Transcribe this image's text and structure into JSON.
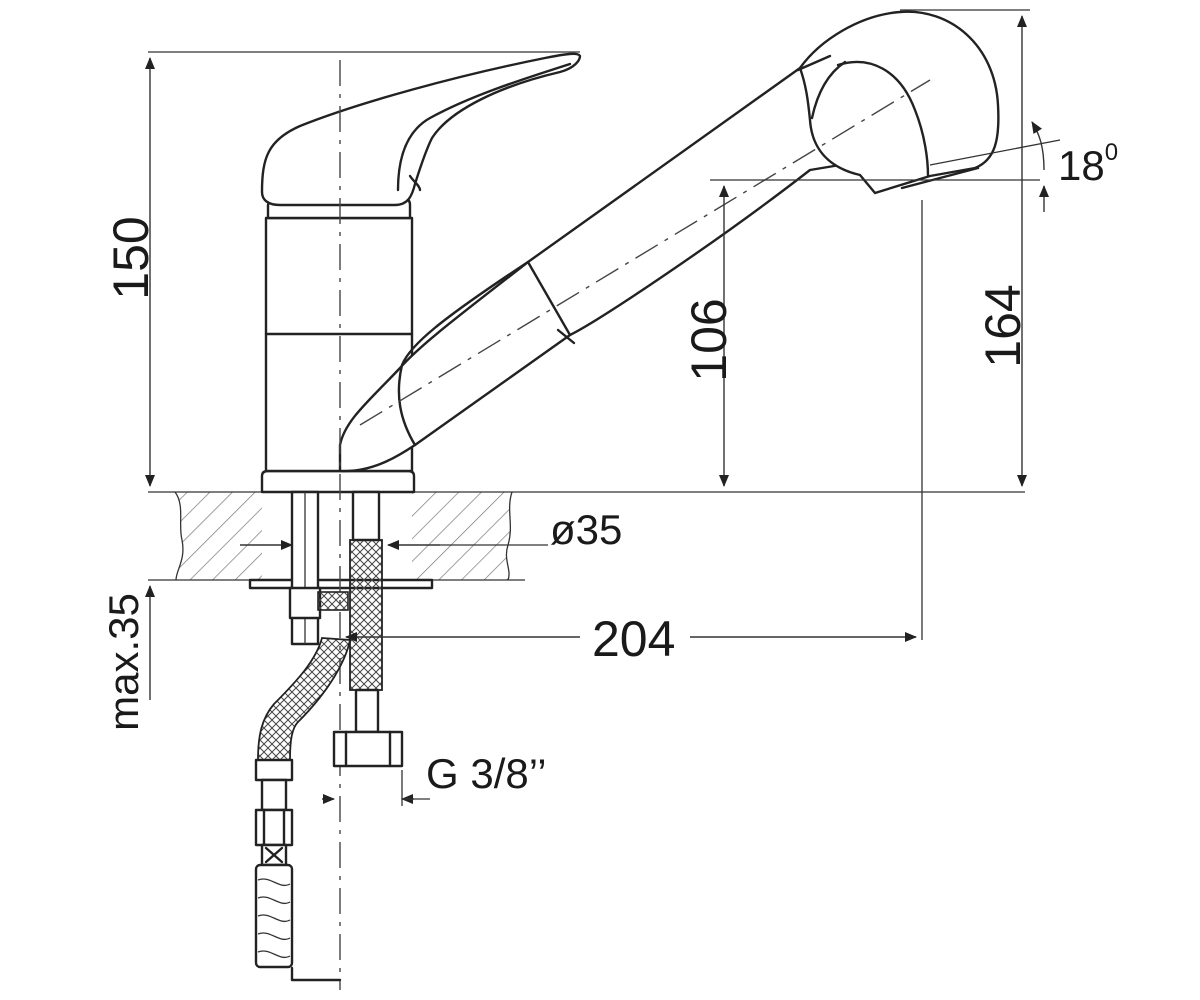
{
  "dimensions": {
    "height_total": "150",
    "spout_height": "106",
    "overall_height": "164",
    "spray_angle": "18",
    "spray_angle_unit": "0",
    "hole_diameter": "ø35",
    "reach": "204",
    "max_thickness": "max.35",
    "connection": "G 3/8’’"
  },
  "colors": {
    "line": "#222222",
    "hatch": "#777777",
    "background": "#ffffff"
  }
}
